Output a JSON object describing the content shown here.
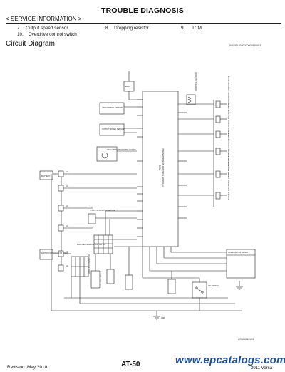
{
  "header": {
    "title": "TROUBLE DIAGNOSIS",
    "section": "< SERVICE INFORMATION >"
  },
  "legend": [
    {
      "num": "7.",
      "label": "Output speed sensor"
    },
    {
      "num": "8.",
      "label": "Dropping resistor"
    },
    {
      "num": "9.",
      "label": "TCM"
    },
    {
      "num": "10.",
      "label": "Overdrive control switch"
    }
  ],
  "circuit": {
    "title": "Circuit Diagram",
    "figure_code": "INFOID:0000000005958663",
    "bottom_code": "ASBIA0421GB",
    "tcm_label_1": "TCM",
    "tcm_label_2": "(TRANSMISSION CONTROL MODULE)",
    "battery_label": "BATTERY",
    "ignition_label": "IGNITION SWITCH ON OR START",
    "dlc_label": "DATA LINK CONNECTOR",
    "combination_meter_label": "COMBINATION METER",
    "od_switch_label": "OD SWITCH",
    "park_neutral_label": "PARK/NEUTRAL POSITION SWITCH",
    "stop_lamp_label": "STOP LAMP SWITCH",
    "throttle_label": "THROTTLE POSITION SENSOR",
    "output_speed_label": "OUTPUT SPEED SENSOR",
    "dropping_resistor_label": "DROPPING RESISTOR",
    "input_speed_label": "INPUT SPEED SENSOR",
    "overrun_label": "OVERRUN CLUTCH SOLENOID VALVE",
    "shift_a_label": "SHIFT SOLENOID VALVE A",
    "shift_b_label": "SHIFT SOLENOID VALVE B",
    "line_pressure_label": "LINE PRESSURE SOLENOID VALVE",
    "torque_converter_label": "TORQUE CONVERTER CLUTCH SOLENOID VALVE",
    "fluid_temp_label": "A/T FLUID TEMPERATURE SENSOR",
    "fuse_1": "10A",
    "fuse_2": "10A",
    "fuse_3": "10A",
    "fuse_4": "10A",
    "fuse_5": "10A",
    "fuse_6": "10A",
    "ecm_label": "ECM",
    "ground_label": "GND"
  },
  "footer": {
    "revision": "Revision: May 2010",
    "page": "AT-50",
    "site": "www.epcatalogs.com",
    "model": "2011 Versa"
  }
}
